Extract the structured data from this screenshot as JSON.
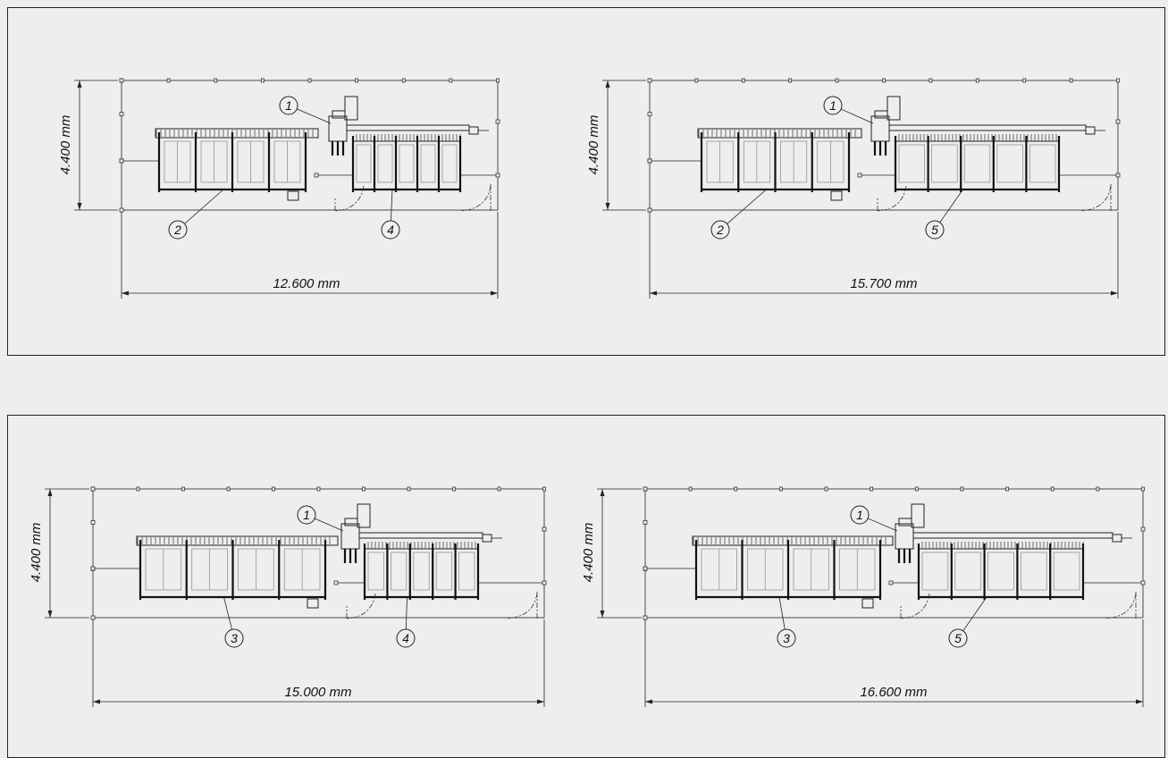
{
  "layouts": [
    {
      "width_label": "12.600 mm",
      "height_label": "4.400 mm",
      "callout_main": "1",
      "callout_left": "2",
      "callout_right": "4"
    },
    {
      "width_label": "15.700 mm",
      "height_label": "4.400 mm",
      "callout_main": "1",
      "callout_left": "2",
      "callout_right": "5"
    },
    {
      "width_label": "15.000 mm",
      "height_label": "4.400 mm",
      "callout_main": "1",
      "callout_left": "3",
      "callout_right": "4"
    },
    {
      "width_label": "16.600 mm",
      "height_label": "4.400 mm",
      "callout_main": "1",
      "callout_left": "3",
      "callout_right": "5"
    }
  ],
  "colors": {
    "background": "#eeeeee",
    "line": "#222222"
  }
}
